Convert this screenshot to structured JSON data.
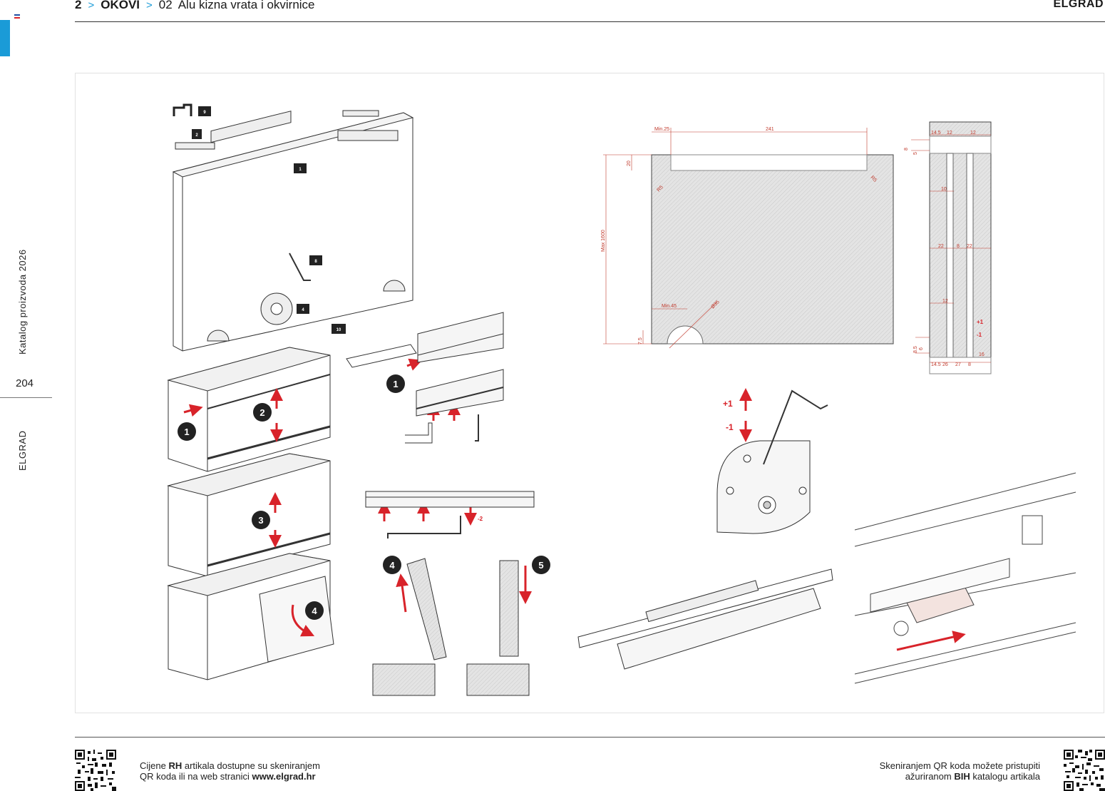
{
  "header": {
    "chapter": "2",
    "section": "OKOVI",
    "subsection_number": "02",
    "subsection_title": "Alu kizna vrata i okvirnice",
    "brand": "ELGRAD"
  },
  "sidebar": {
    "catalog": "Katalog proizvoda 2026",
    "page_number": "204",
    "brand": "ELGRAD",
    "accent_color": "#1a9bd7"
  },
  "figure": {
    "part_labels": [
      "9",
      "2",
      "1",
      "8",
      "4",
      "10"
    ],
    "step_labels": [
      "1",
      "2",
      "3",
      "4",
      "1",
      "4",
      "5"
    ],
    "adjust": {
      "plus": "+1",
      "minus": "-1",
      "minus_two": "-2"
    },
    "dimensions": {
      "min_25": "Min.25",
      "width_241": "241",
      "d20": "20",
      "r5_left": "R5",
      "r5_right": "R5",
      "max_height": "Max 1600",
      "min_45": "Min.45",
      "dia_35": "Ø35",
      "d7_5": "7.5",
      "top_14_5": "14.5",
      "top_12a": "12",
      "top_12b": "12",
      "d8": "8",
      "d5": "5",
      "d10": "10",
      "mid_22a": "22",
      "mid_8": "8",
      "mid_22b": "22",
      "d12": "12",
      "d8_5": "8.5",
      "d6": "6",
      "d16": "16",
      "bot_14_5": "14.5",
      "bot_26": "26",
      "bot_27": "27",
      "bot_8": "8",
      "plus1": "+1",
      "minus1": "-1"
    }
  },
  "footer": {
    "left_line1_a": "Cijene ",
    "left_line1_b": "RH",
    "left_line1_c": " artikala dostupne su skeniranjem",
    "left_line2_a": "QR koda ili na web stranici ",
    "left_line2_b": "www.elgrad.hr",
    "right_line1": "Skeniranjem QR koda možete pristupiti",
    "right_line2_a": "ažuriranom ",
    "right_line2_b": "BIH",
    "right_line2_c": " katalogu artikala"
  },
  "colors": {
    "accent": "#1a9bd7",
    "arrow_red": "#d8232a",
    "dimension_red": "#c0392b"
  }
}
